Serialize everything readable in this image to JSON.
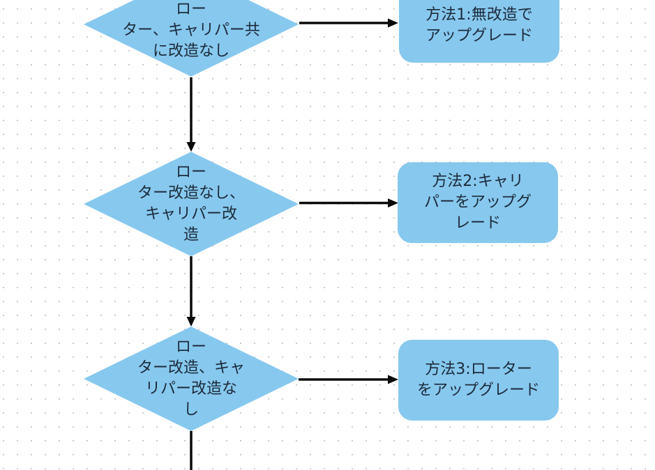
{
  "colors": {
    "shape_fill": "#87c8ee",
    "text_color": "#1c2a3a",
    "arrow_color": "#0a0a0a",
    "dot_color": "#cbcbcb",
    "bg_color": "#ffffff"
  },
  "flowchart": {
    "decisions": [
      {
        "label": "ロー\nター、キャリパー共\nに改造なし"
      },
      {
        "label": "ロー\nター改造なし、\nキャリパー改\n造"
      },
      {
        "label": "ロー\nター改造、キャ\nリパー改造な\nし"
      }
    ],
    "processes": [
      {
        "label": "方法1:無改造で\nアップグレード"
      },
      {
        "label": "方法2:キャリ\nパーをアップグ\nレード"
      },
      {
        "label": "方法3:ローター\nをアップグレード"
      }
    ]
  }
}
